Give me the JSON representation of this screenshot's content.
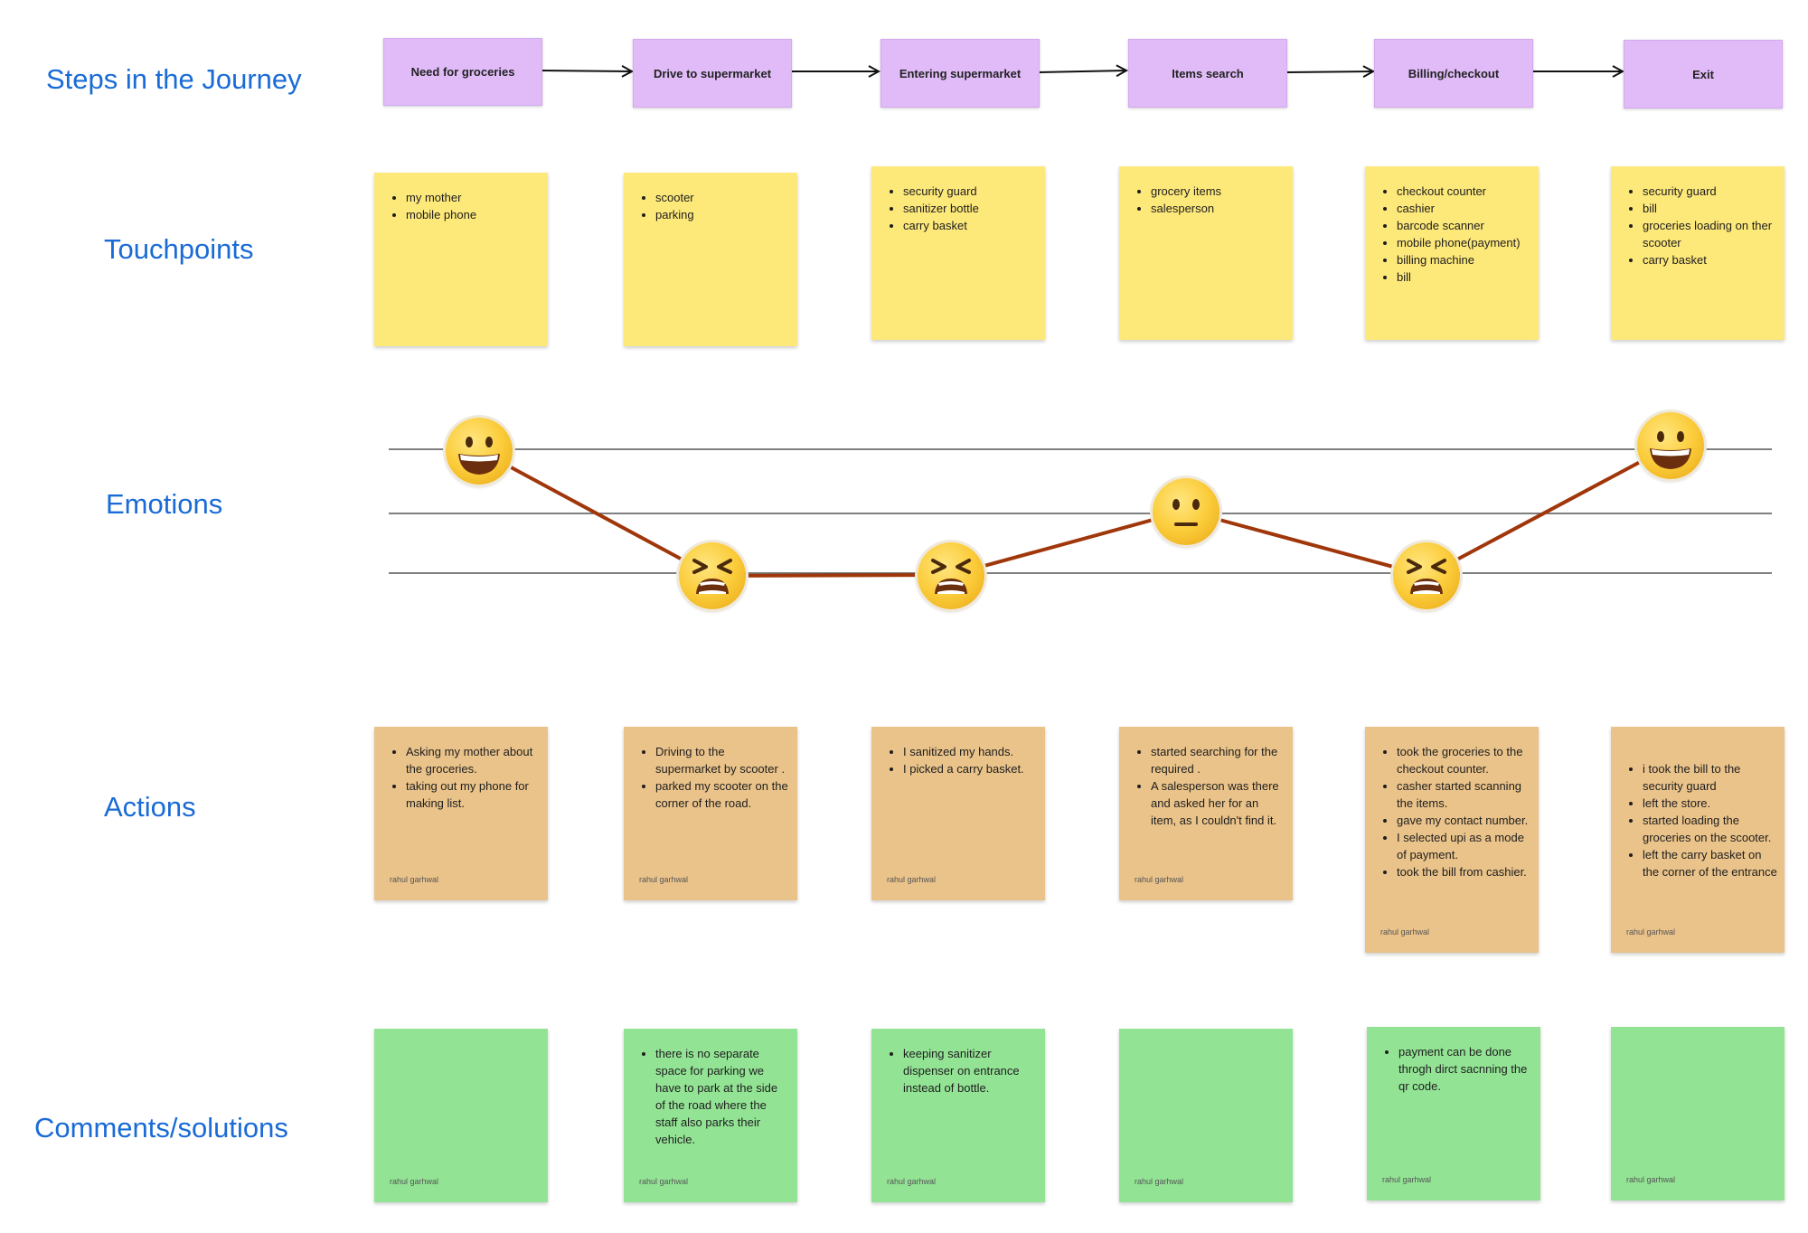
{
  "row_labels": {
    "steps": "Steps in the Journey",
    "touchpoints": "Touchpoints",
    "emotions": "Emotions",
    "actions": "Actions",
    "comments": "Comments/solutions"
  },
  "steps": [
    "Need for groceries",
    "Drive to supermarket",
    "Entering supermarket",
    "Items search",
    "Billing/checkout",
    "Exit"
  ],
  "touchpoints": [
    [
      "my mother",
      "mobile phone"
    ],
    [
      "scooter",
      "parking"
    ],
    [
      "security guard",
      "sanitizer bottle",
      "carry basket"
    ],
    [
      "grocery items",
      "salesperson"
    ],
    [
      "checkout counter",
      "cashier",
      "barcode scanner",
      "mobile phone(payment)",
      "billing machine",
      "bill"
    ],
    [
      "security guard",
      "bill",
      "groceries loading on ther scooter",
      "carry basket"
    ]
  ],
  "emotions": [
    "happy",
    "distressed",
    "distressed",
    "neutral",
    "distressed",
    "happy"
  ],
  "emotion_icons": [
    "grinning-face-icon",
    "tired-face-icon",
    "tired-face-icon",
    "neutral-face-icon",
    "tired-face-icon",
    "grinning-face-icon"
  ],
  "actions": [
    [
      "Asking my mother about the groceries.",
      "taking out my phone for making list."
    ],
    [
      "Driving to the supermarket by scooter .",
      "parked my scooter on the corner of the road."
    ],
    [
      "I sanitized my hands.",
      "I picked a carry basket."
    ],
    [
      "started searching for the required .",
      "A salesperson was there and asked her for an item, as I couldn't find it."
    ],
    [
      "took the groceries to the checkout counter.",
      "casher started scanning the items.",
      "gave my contact number.",
      "I selected upi as a mode of payment.",
      "took the bill from cashier."
    ],
    [
      "i took the bill to the security guard",
      "left the store.",
      " started loading the groceries on the scooter.",
      "left the carry basket on the corner of the entrance"
    ]
  ],
  "comments": [
    [],
    [
      "there is no separate space for parking we have to park at the side of the road where the staff also parks their vehicle."
    ],
    [
      "keeping sanitizer dispenser on entrance instead of bottle."
    ],
    [],
    [
      "payment can be done throgh dirct sacnning the qr code."
    ],
    []
  ],
  "author": "rahul garhwal",
  "colors": {
    "label_blue": "#1a6bd6",
    "step_purple": "#e0bbf8",
    "touchpoint_yellow": "#fde87a",
    "action_orange": "#eac38a",
    "comment_green": "#93e395",
    "emotion_line": "#a0370b"
  }
}
